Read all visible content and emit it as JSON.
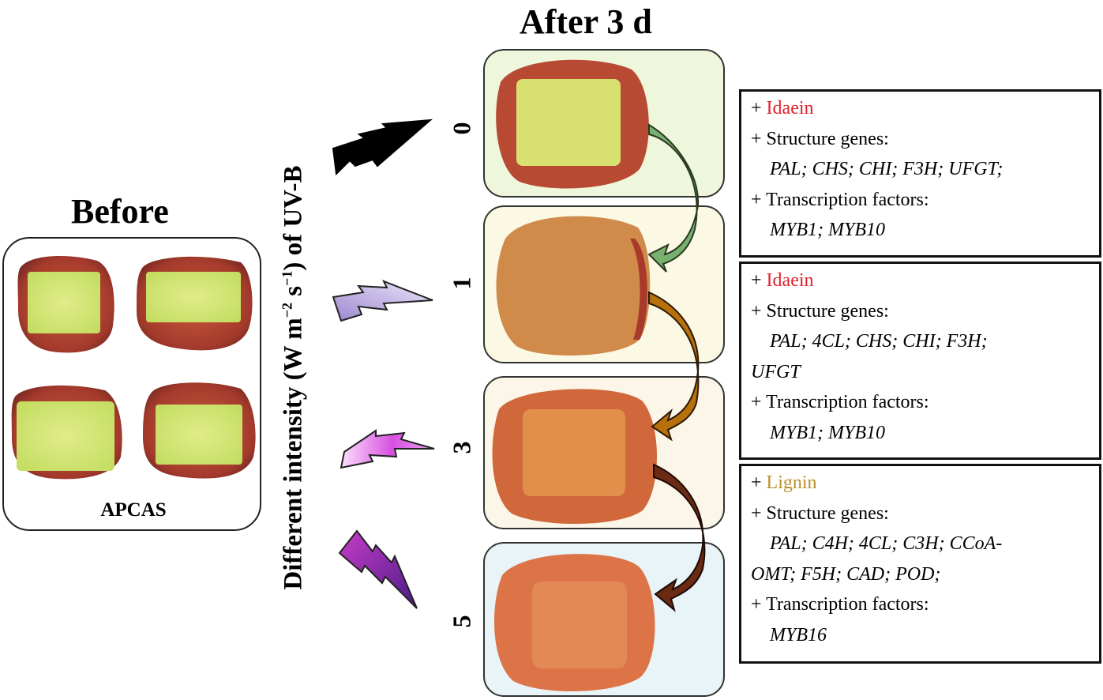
{
  "headings": {
    "before": "Before",
    "after": "After 3 d"
  },
  "before_panel": {
    "label": "APCAS",
    "apple_count": 4
  },
  "axis": {
    "label_prefix": "Different intensity (W m",
    "exp1": "−2",
    "mid": " s",
    "exp2": "−1",
    "label_suffix": ") of UV-B"
  },
  "levels": [
    {
      "value": "0",
      "bolt_color": "#000000",
      "panel_bg": "#eef6dc"
    },
    {
      "value": "1",
      "bolt_color": "#b9a8e0",
      "panel_bg": "#fbf8e4"
    },
    {
      "value": "3",
      "bolt_color": "#e070e8",
      "panel_bg": "#fcf6e8"
    },
    {
      "value": "5",
      "bolt_color": "#7a2aa8",
      "panel_bg": "#e8f4f8"
    }
  ],
  "arrows": [
    {
      "from": "0",
      "to": "1",
      "color": "#78b070"
    },
    {
      "from": "1",
      "to": "3",
      "color": "#b8700a"
    },
    {
      "from": "3",
      "to": "5",
      "color": "#6a2a14"
    }
  ],
  "info_boxes": [
    {
      "compound": "Idaein",
      "compound_color": "#e0202a",
      "plus": "+",
      "structure_label": "Structure genes:",
      "structure_lines": [
        "PAL; CHS; CHI; F3H; UFGT;"
      ],
      "tf_label": "Transcription factors:",
      "tf_genes": "MYB1; MYB10"
    },
    {
      "compound": "Idaein",
      "compound_color": "#e0202a",
      "plus": "+",
      "structure_label": "Structure genes:",
      "structure_lines": [
        "PAL; 4CL; CHS; CHI; F3H;",
        "UFGT"
      ],
      "tf_label": "Transcription factors:",
      "tf_genes": "MYB1; MYB10"
    },
    {
      "compound": "Lignin",
      "compound_color": "#b8902a",
      "plus": "+",
      "structure_label": "Structure genes:",
      "structure_lines": [
        "PAL; C4H; 4CL; C3H; CCoA-",
        "OMT; F5H; CAD; POD;"
      ],
      "tf_label": "Transcription factors:",
      "tf_genes": "MYB16"
    }
  ]
}
